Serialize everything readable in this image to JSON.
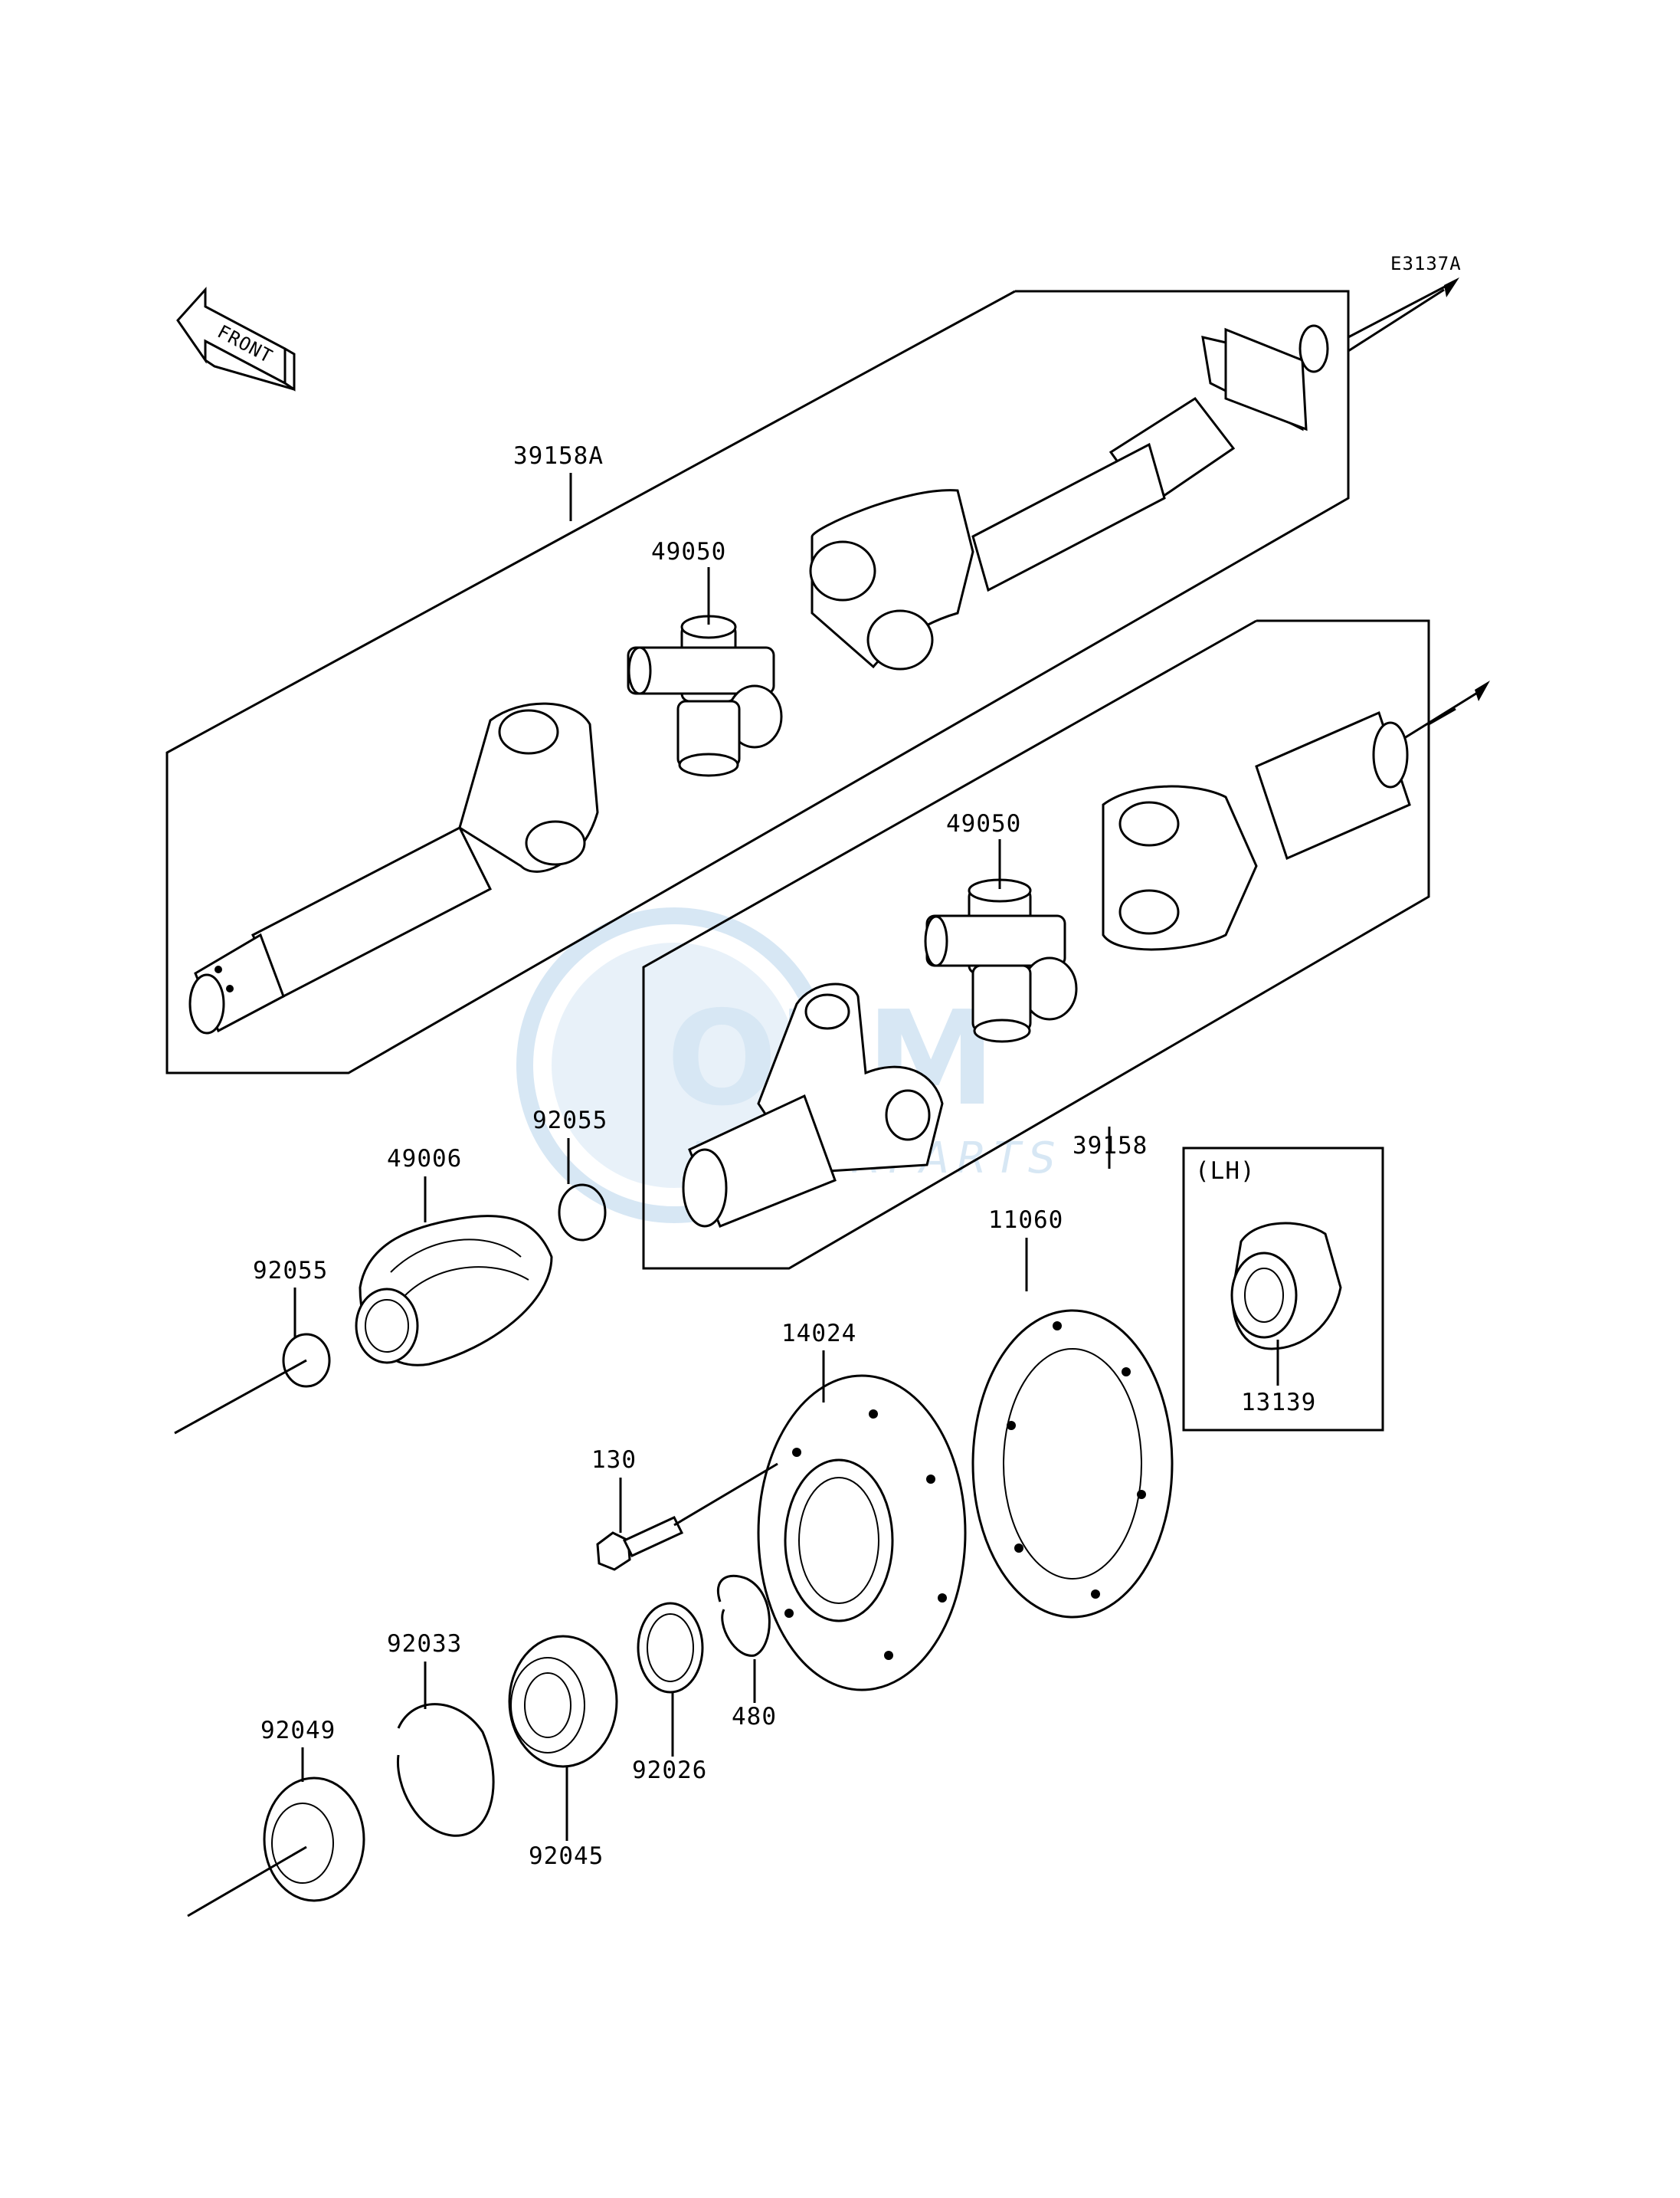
{
  "diagram_code": "E3137A",
  "front_label": "FRONT",
  "watermark": {
    "main": "OEM",
    "sub": "MOTORPARTS",
    "color": "#b8d4ec"
  },
  "parts": [
    {
      "id": "p-39158A",
      "number": "39158A"
    },
    {
      "id": "p-49050-top",
      "number": "49050"
    },
    {
      "id": "p-49050-bottom",
      "number": "49050"
    },
    {
      "id": "p-39158",
      "number": "39158"
    },
    {
      "id": "p-92055-upper",
      "number": "92055"
    },
    {
      "id": "p-49006",
      "number": "49006"
    },
    {
      "id": "p-92055-lower",
      "number": "92055"
    },
    {
      "id": "p-11060",
      "number": "11060"
    },
    {
      "id": "p-14024",
      "number": "14024"
    },
    {
      "id": "p-130",
      "number": "130"
    },
    {
      "id": "p-92033",
      "number": "92033"
    },
    {
      "id": "p-92049",
      "number": "92049"
    },
    {
      "id": "p-92045",
      "number": "92045"
    },
    {
      "id": "p-92026",
      "number": "92026"
    },
    {
      "id": "p-480",
      "number": "480"
    },
    {
      "id": "p-13139",
      "number": "13139"
    }
  ],
  "inset_label": "(LH)"
}
